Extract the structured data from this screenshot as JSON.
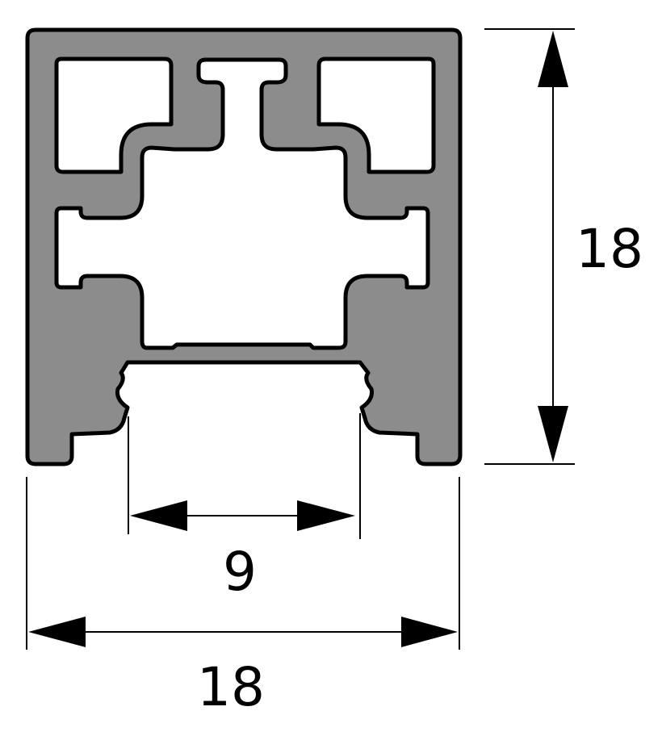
{
  "dimensions": {
    "height_label": "18",
    "slot_width_label": "9",
    "total_width_label": "18"
  },
  "colors": {
    "profile_fill": "#8c8c8c",
    "outline": "#000000",
    "background": "#ffffff"
  }
}
